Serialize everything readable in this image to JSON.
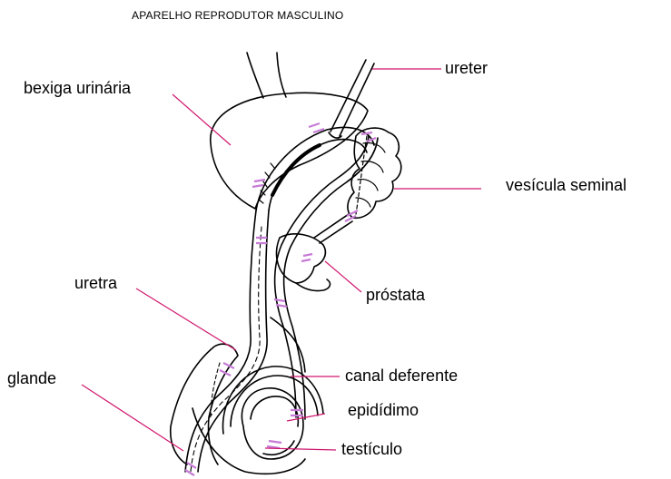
{
  "title": "APARELHO REPRODUTOR MASCULINO",
  "colors": {
    "leader": "#d0186f",
    "accent": "#c77bd6",
    "ink": "#000000"
  },
  "labels": {
    "bexiga": "bexiga urinária",
    "ureter": "ureter",
    "vesicula": "vesícula seminal",
    "prostata": "próstata",
    "uretra": "uretra",
    "glande": "glande",
    "canal": "canal deferente",
    "epididimo": "epidídimo",
    "testiculo": "testículo"
  }
}
